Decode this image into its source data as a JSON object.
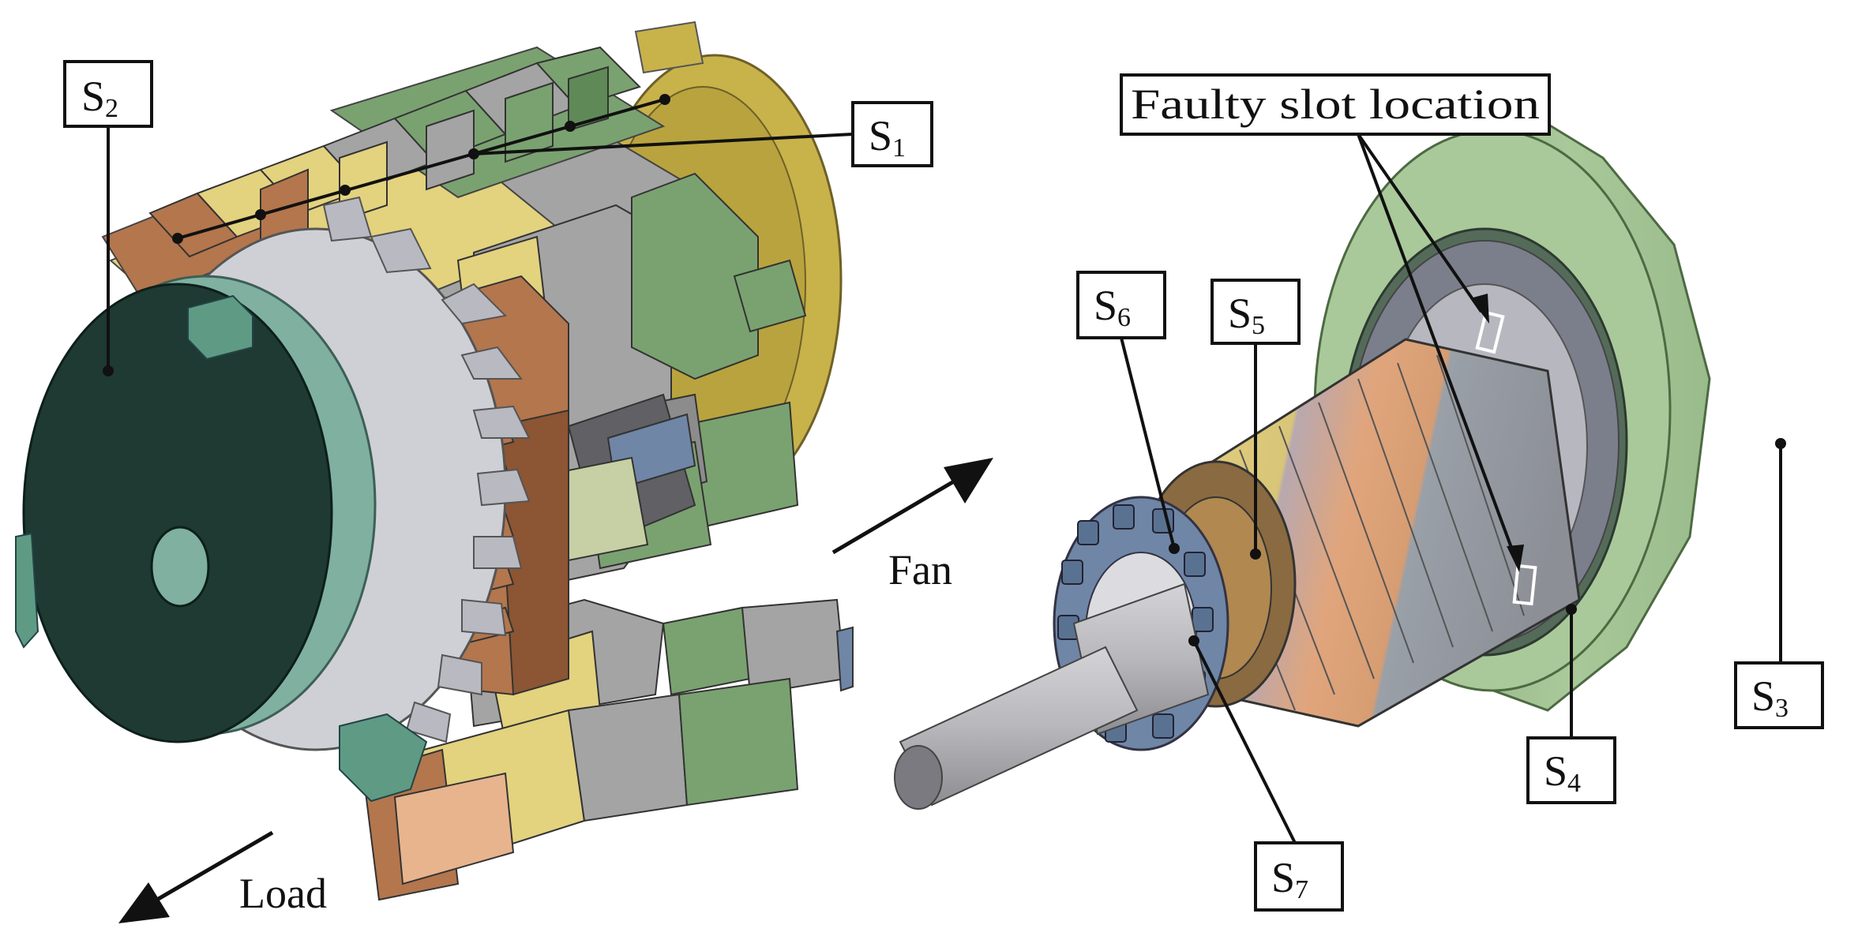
{
  "labels": {
    "s1": {
      "main": "S",
      "sub": "1"
    },
    "s2": {
      "main": "S",
      "sub": "2"
    },
    "s3": {
      "main": "S",
      "sub": "3"
    },
    "s4": {
      "main": "S",
      "sub": "4"
    },
    "s5": {
      "main": "S",
      "sub": "5"
    },
    "s6": {
      "main": "S",
      "sub": "6"
    },
    "s7": {
      "main": "S",
      "sub": "7"
    },
    "faulty_slot": "Faulty slot location"
  },
  "arrows": {
    "fan": "Fan",
    "load": "Load"
  },
  "colors": {
    "green": "#7aa270",
    "dark_green": "#1e3a33",
    "teal": "#7fb0a0",
    "gray": "#a4a4a4",
    "light_gray": "#cfcfd6",
    "yellow": "#e3d27e",
    "brown": "#b4764c",
    "olive": "#c8b24a",
    "steel_blue": "#6f86a6",
    "pale_green": "#a9c99a"
  }
}
